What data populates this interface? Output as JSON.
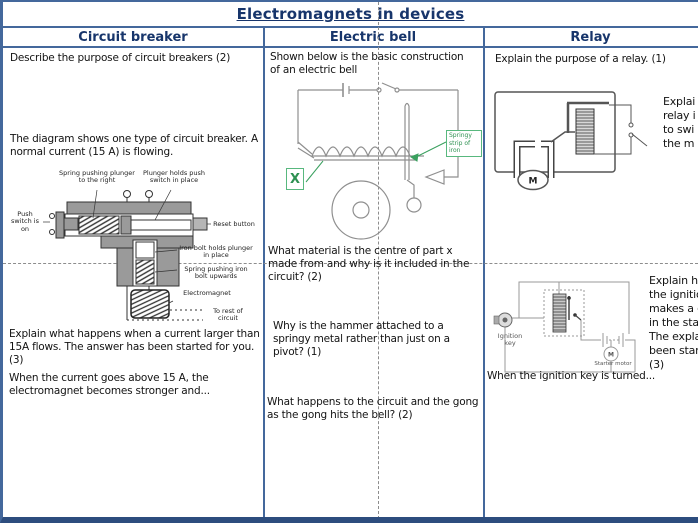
{
  "title": "Electromagnets in devices",
  "headers": {
    "col1": "Circuit breaker",
    "col2": "Electric bell",
    "col3": "Relay"
  },
  "colors": {
    "accent_navy": "#17356b",
    "grid_blue": "#44689c",
    "fold_gray": "#8d8d8d",
    "diagram_green": "#2e9152",
    "diagram_gray": "#9a9a9a"
  },
  "circuit_breaker": {
    "q1": "Describe the purpose of circuit breakers (2)",
    "intro": "The diagram shows one type of circuit breaker. A normal current (15 A) is flowing.",
    "labels": {
      "spring_plunger": "Spring pushing plunger to the right",
      "plunger_holds": "Plunger holds push switch in place",
      "push_switch": "Push switch is on",
      "reset": "Reset button",
      "iron_bolt": "Iron bolt holds plunger in place",
      "spring_bolt": "Spring pushing iron bolt upwards",
      "electromagnet": "Electromagnet",
      "to_rest": "To rest of circuit"
    },
    "q2": "Explain what happens when a current larger than 15A flows. The answer has been started for you. (3)",
    "answer_start": "When the current goes above 15 A, the electromagnet becomes stronger and..."
  },
  "electric_bell": {
    "intro": "Shown below is the basic construction of an electric bell",
    "labels": {
      "x_marker": "X",
      "springy_strip": "Springy strip of iron"
    },
    "q1": "What material is the centre of part x made from and why is it included in the circuit? (2)",
    "q2": "Why is the hammer attached to a springy metal rather than just on a pivot? (1)",
    "q3": "What happens to the circuit and the gong as the gong hits the bell? (2)"
  },
  "relay": {
    "q1": "Explain the purpose of a relay. (1)",
    "motor_label": "M",
    "clipped_top": {
      "l1": "Explai",
      "l2": "relay i",
      "l3": "to swi",
      "l4": "the m"
    },
    "ignition": {
      "key_label": "Ignition key",
      "motor_label": "M",
      "starter_label": "Starter motor"
    },
    "clipped_bottom": {
      "l1": "Explain how",
      "l2": "the ignition",
      "l3": "makes a cur",
      "l4": "in the start",
      "l5": "The explana",
      "l6": "been starte",
      "l7": "(3)"
    },
    "answer_start": "When the ignition key is turned..."
  }
}
